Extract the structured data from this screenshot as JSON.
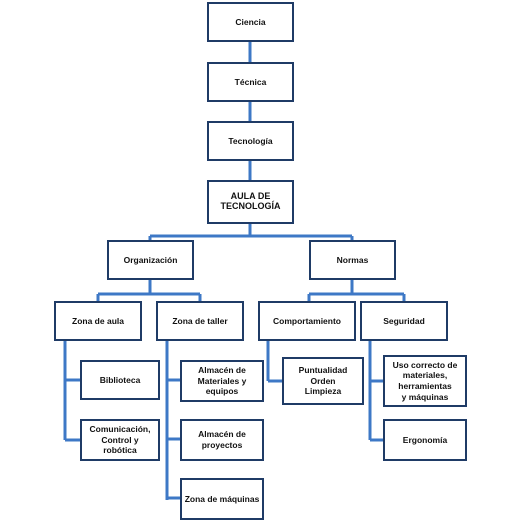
{
  "diagram": {
    "line_color": "#3e78c6",
    "border_color": "#1f3b66",
    "nodes": {
      "ciencia": "Ciencia",
      "tecnica": "Técnica",
      "tecnologia": "Tecnología",
      "aula": "AULA DE\nTECNOLOGÍA",
      "organizacion": "Organización",
      "normas": "Normas",
      "zona_aula": "Zona de aula",
      "zona_taller": "Zona de taller",
      "comportamiento": "Comportamiento",
      "seguridad": "Seguridad",
      "biblioteca": "Biblioteca",
      "comunicacion": "Comunicación,\nControl y robótica",
      "almacen_materiales": "Almacén de\nMateriales y equipos",
      "almacen_proyectos": "Almacén de\nproyectos",
      "zona_maquinas": "Zona de máquinas",
      "puntualidad": "Puntualidad\nOrden\nLimpieza",
      "uso_correcto": "Uso correcto de\nmateriales,\nherramientas\ny máquinas",
      "ergonomia": "Ergonomía"
    }
  }
}
